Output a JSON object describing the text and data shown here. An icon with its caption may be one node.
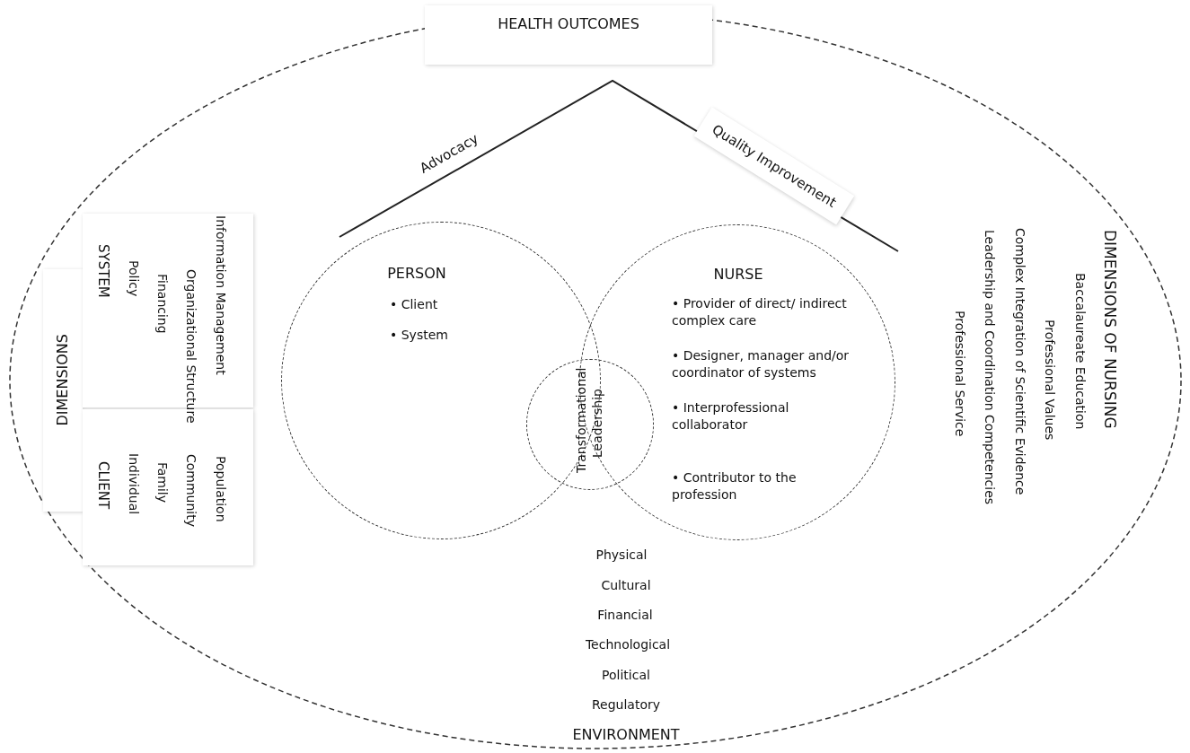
{
  "diagram": {
    "nodes": [
      {
        "text": [
          "HEALTH OUTCOMES"
        ]
      },
      {
        "text": [
          "PERSON",
          "•  Client",
          "•  System"
        ]
      },
      {
        "text": [
          "NURSE",
          "• Provider of direct/ indirect complex care",
          "• Designer, manager and/or coordinator of systems",
          "• Interprofessional collaborator",
          "• Contributor to the profession"
        ]
      },
      {
        "text": [
          "Transformational Leadership"
        ]
      }
    ],
    "labels": [
      "Advocacy",
      "Quality Improvement",
      "DIMENSIONS",
      "SYSTEM",
      "Policy",
      "Financing",
      "Organizational Structure",
      "Information Management",
      "CLIENT",
      "Individual",
      "Family",
      "Community",
      "Population",
      "DIMENSIONS OF NURSING",
      "Baccalaureate Education",
      "Professional Values",
      "Complex Integration of Scientific Evidence",
      "Leadership and Coordination Competencies",
      "Professional Service",
      "Physical",
      "Cultural",
      "Financial",
      "Technological",
      "Political",
      "Regulatory",
      "ENVIRONMENT"
    ]
  }
}
